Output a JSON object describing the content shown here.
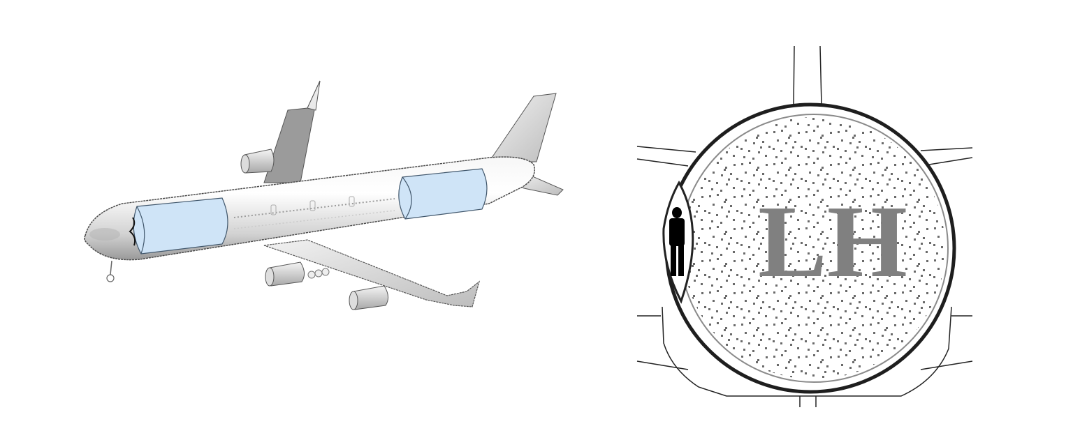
{
  "figure": {
    "left_panel": {
      "subject": "aircraft-3d-view",
      "components": [
        "fuselage",
        "forward-hydrogen-tank",
        "aft-hydrogen-tank",
        "wings",
        "engines",
        "vertical-tail",
        "horizontal-tail",
        "nose-gear"
      ],
      "tank_color": "#cfe4f7",
      "fuselage_color": "#e2e2e2"
    },
    "right_panel": {
      "subject": "fuselage-cross-section",
      "label": "LH",
      "label_color": "#808080",
      "speckle_color": "#6a6a6a",
      "passage_figure": "human-silhouette"
    }
  }
}
